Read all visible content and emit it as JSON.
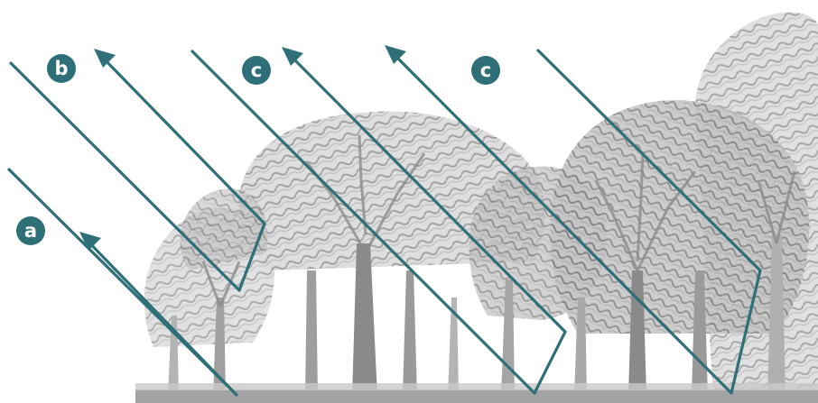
{
  "diagram": {
    "labels": {
      "a": "a",
      "b": "b",
      "c1": "c",
      "c2": "c"
    },
    "colors": {
      "ray": "#2f6f78",
      "badge": "#2f6f78",
      "badge_text": "#ffffff",
      "tree_light": "#d6d6d6",
      "tree_mid": "#a9a9a9",
      "tree_dark": "#7d7d7d",
      "ground": "#9a9a9a"
    },
    "icons": {
      "arrowhead": "arrowhead-icon"
    }
  }
}
